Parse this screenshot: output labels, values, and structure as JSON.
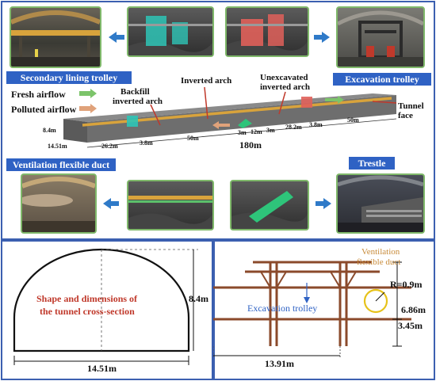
{
  "top_panel": {
    "labels": {
      "secondary_lining_trolley": "Secondary lining trolley",
      "excavation_trolley": "Excavation trolley",
      "ventilation_flexible_duct": "Ventilation flexible duct",
      "trestle": "Trestle"
    },
    "legend": {
      "fresh_airflow": "Fresh airflow",
      "polluted_airflow": "Polluted airflow"
    },
    "callouts": {
      "backfill_line1": "Backfill",
      "backfill_line2": "inverted arch",
      "inverted_arch": "Inverted arch",
      "unexcavated_line1": "Unexcavated",
      "unexcavated_line2": "inverted arch",
      "tunnel_face_line1": "Tunnel",
      "tunnel_face_line2": "face"
    },
    "dimensions": {
      "height": "8.4m",
      "width": "14.51m",
      "seg1": "26.2m",
      "seg2": "3.8m",
      "seg3": "50m",
      "seg4": "3m",
      "seg5": "12m",
      "seg6": "3m",
      "seg7": "28.2m",
      "seg8": "3.8m",
      "seg9": "50m",
      "total": "180m"
    }
  },
  "left_panel": {
    "title_line1": "Shape and dimensions of",
    "title_line2": "the tunnel cross-section",
    "height": "8.4m",
    "width": "14.51m"
  },
  "right_panel": {
    "duct_label_line1": "Ventilation",
    "duct_label_line2": "flexible duct",
    "radius": "R=0.9m",
    "trolley_label": "Excavation trolley",
    "height_upper": "6.86m",
    "height_lower": "3.45m",
    "width": "13.91m"
  },
  "colors": {
    "label_blue": "#2f62c4",
    "callout_red": "#c0392b",
    "duct_orange": "#c88b3a",
    "trolley_brown": "#8b4a2b",
    "panel_border": "#3b5fb0"
  }
}
